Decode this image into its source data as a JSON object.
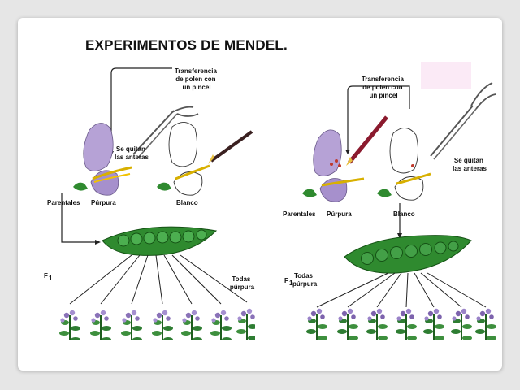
{
  "slide": {
    "title": "EXPERIMENTOS DE MENDEL."
  },
  "left_figure": {
    "pollen_transfer": [
      "Transferencia",
      "de polen con",
      "un pincel"
    ],
    "anthers_removed": [
      "Se quitan",
      "las anteras"
    ],
    "parents": "Parentales",
    "purple": "Púrpura",
    "white": "Blanco",
    "f1": "F",
    "f1_sub": "1",
    "all_purple": [
      "Todas",
      "púrpura"
    ]
  },
  "right_figure": {
    "pollen_transfer": [
      "Transferencia",
      "de polen con",
      "un pincel"
    ],
    "anthers_removed": [
      "Se quitan",
      "las anteras"
    ],
    "parents": "Parentales",
    "purple": "Púrpura",
    "white": "Blanco",
    "f1": "F",
    "f1_sub": "1",
    "all_purple": [
      "Todas",
      "púrpura"
    ]
  },
  "colors": {
    "purple_petal": "#b6a2d6",
    "pod_green": "#2f8a2f",
    "plant_green": "#2e7d32",
    "anther_yellow": "#f2c200",
    "brush_red": "#8b1a2e"
  },
  "icons": [
    "scissors-icon",
    "paintbrush-icon",
    "flower-icon",
    "pea-pod-icon",
    "plant-icon"
  ]
}
